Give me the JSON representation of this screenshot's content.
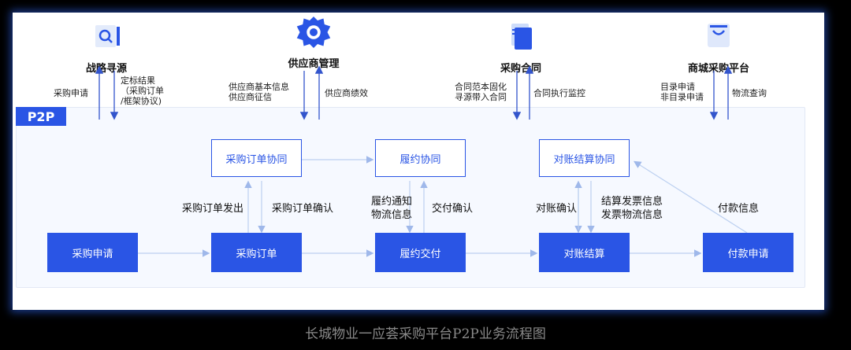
{
  "top_modules": [
    {
      "title": "战略寻源",
      "icon": "search-document-icon"
    },
    {
      "title": "供应商管理",
      "icon": "gear-icon"
    },
    {
      "title": "采购合同",
      "icon": "document-icon"
    },
    {
      "title": "商城采购平台",
      "icon": "shopping-bag-icon"
    }
  ],
  "top_labels": {
    "sourcing_up": "采购申请",
    "sourcing_down": [
      "定标结果",
      "（采购订单",
      "/框架协议)"
    ],
    "supplier_down": [
      "供应商基本信息",
      "供应商征信"
    ],
    "supplier_up": "供应商绩效",
    "contract_down": [
      "合同范本固化",
      "寻源带入合同"
    ],
    "contract_up": "合同执行监控",
    "mall_down": [
      "目录申请",
      "非目录申请"
    ],
    "mall_up": "物流查询"
  },
  "p2p_tag": "P2P",
  "top_row_boxes": [
    "采购订单协同",
    "履约协同",
    "对账结算协同"
  ],
  "bottom_row_boxes": [
    "采购申请",
    "采购订单",
    "履约交付",
    "对账结算",
    "付款申请"
  ],
  "edge_labels": {
    "order_issue": "采购订单发出",
    "order_confirm": "采购订单确认",
    "fulfil_notice": [
      "履约通知",
      "物流信息"
    ],
    "delivery_confirm": "交付确认",
    "recon_confirm": "对账确认",
    "settle_invoice": [
      "结算发票信息",
      "发票物流信息"
    ],
    "payment_info": "付款信息"
  },
  "caption": "长城物业一应荟采购平台P2P业务流程图",
  "colors": {
    "accent": "#2a55e5",
    "connector": "#bcd0f0",
    "top_arrow": "#3355cc"
  }
}
